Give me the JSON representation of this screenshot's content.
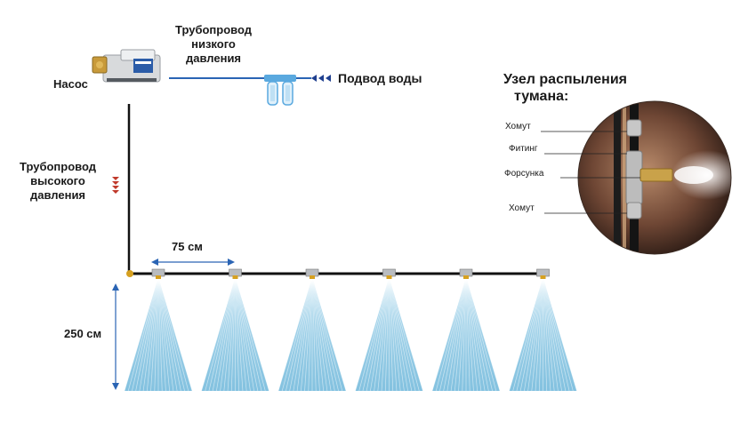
{
  "labels": {
    "pump": "Насос",
    "low_pressure_line": [
      "Трубопровод",
      "низкого",
      "давления"
    ],
    "water_inlet": "Подвод воды",
    "high_pressure_line": [
      "Трубопровод",
      "высокого",
      "давления"
    ],
    "spacing": "75 см",
    "height": "250 см",
    "node_title": [
      "Узел распыления",
      "тумана:"
    ]
  },
  "node_parts": [
    {
      "name": "clamp-top",
      "label": "Хомут"
    },
    {
      "name": "fitting",
      "label": "Фитинг"
    },
    {
      "name": "nozzle",
      "label": "Форсунка"
    },
    {
      "name": "clamp-bottom",
      "label": "Хомут"
    }
  ],
  "nozzle_count": 6,
  "colors": {
    "pipe_low": "#2a64b4",
    "pipe_high": "#111111",
    "mist": "#8fc8e2",
    "arrow_red": "#c0392b",
    "arrow_blue": "#1f3f8f",
    "brass": "#d6a020",
    "filter": "#5aa9df"
  }
}
